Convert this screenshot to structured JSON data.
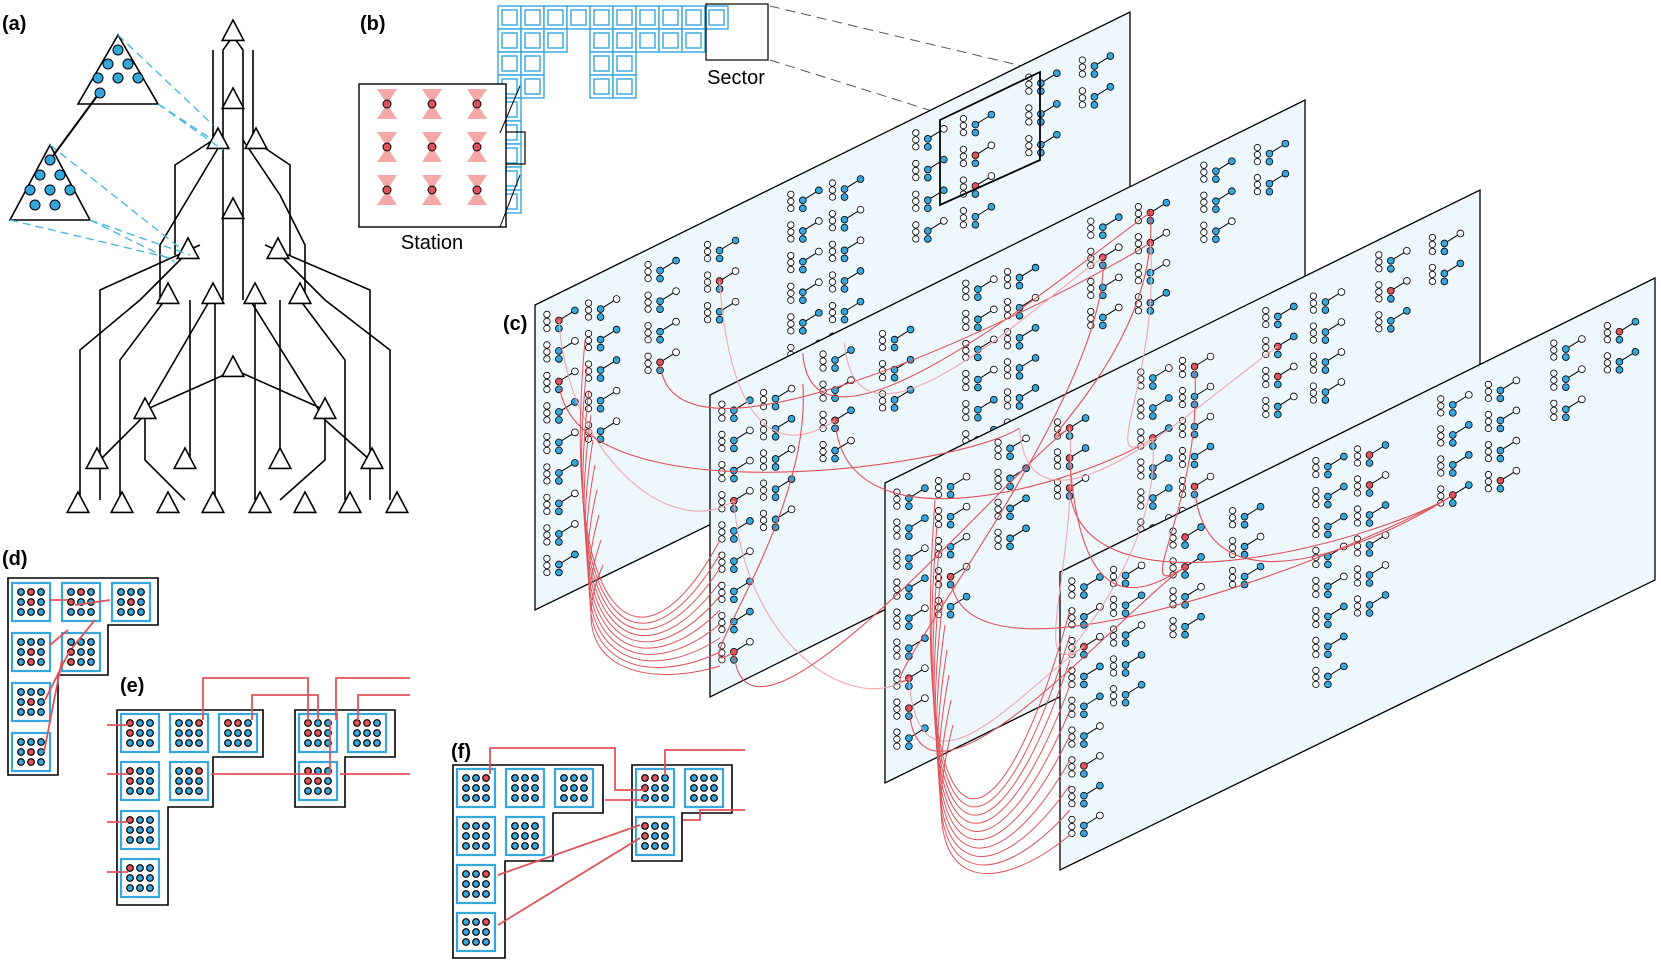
{
  "labels": {
    "a": "(a)",
    "b": "(b)",
    "c": "(c)",
    "d": "(d)",
    "e": "(e)",
    "f": "(f)"
  },
  "captions": {
    "station": "Station",
    "sector": "Sector"
  },
  "colors": {
    "blue": "#35a7dd",
    "red": "#e0525a",
    "light_red": "#f0a7ab",
    "plane_fill": "#eef7fb",
    "dash": "#4cb8e0",
    "black": "#000000"
  },
  "icons": {
    "tree_node": "triangle-icon",
    "station_cell": "bowtie-icon",
    "hit": "circle-icon"
  }
}
